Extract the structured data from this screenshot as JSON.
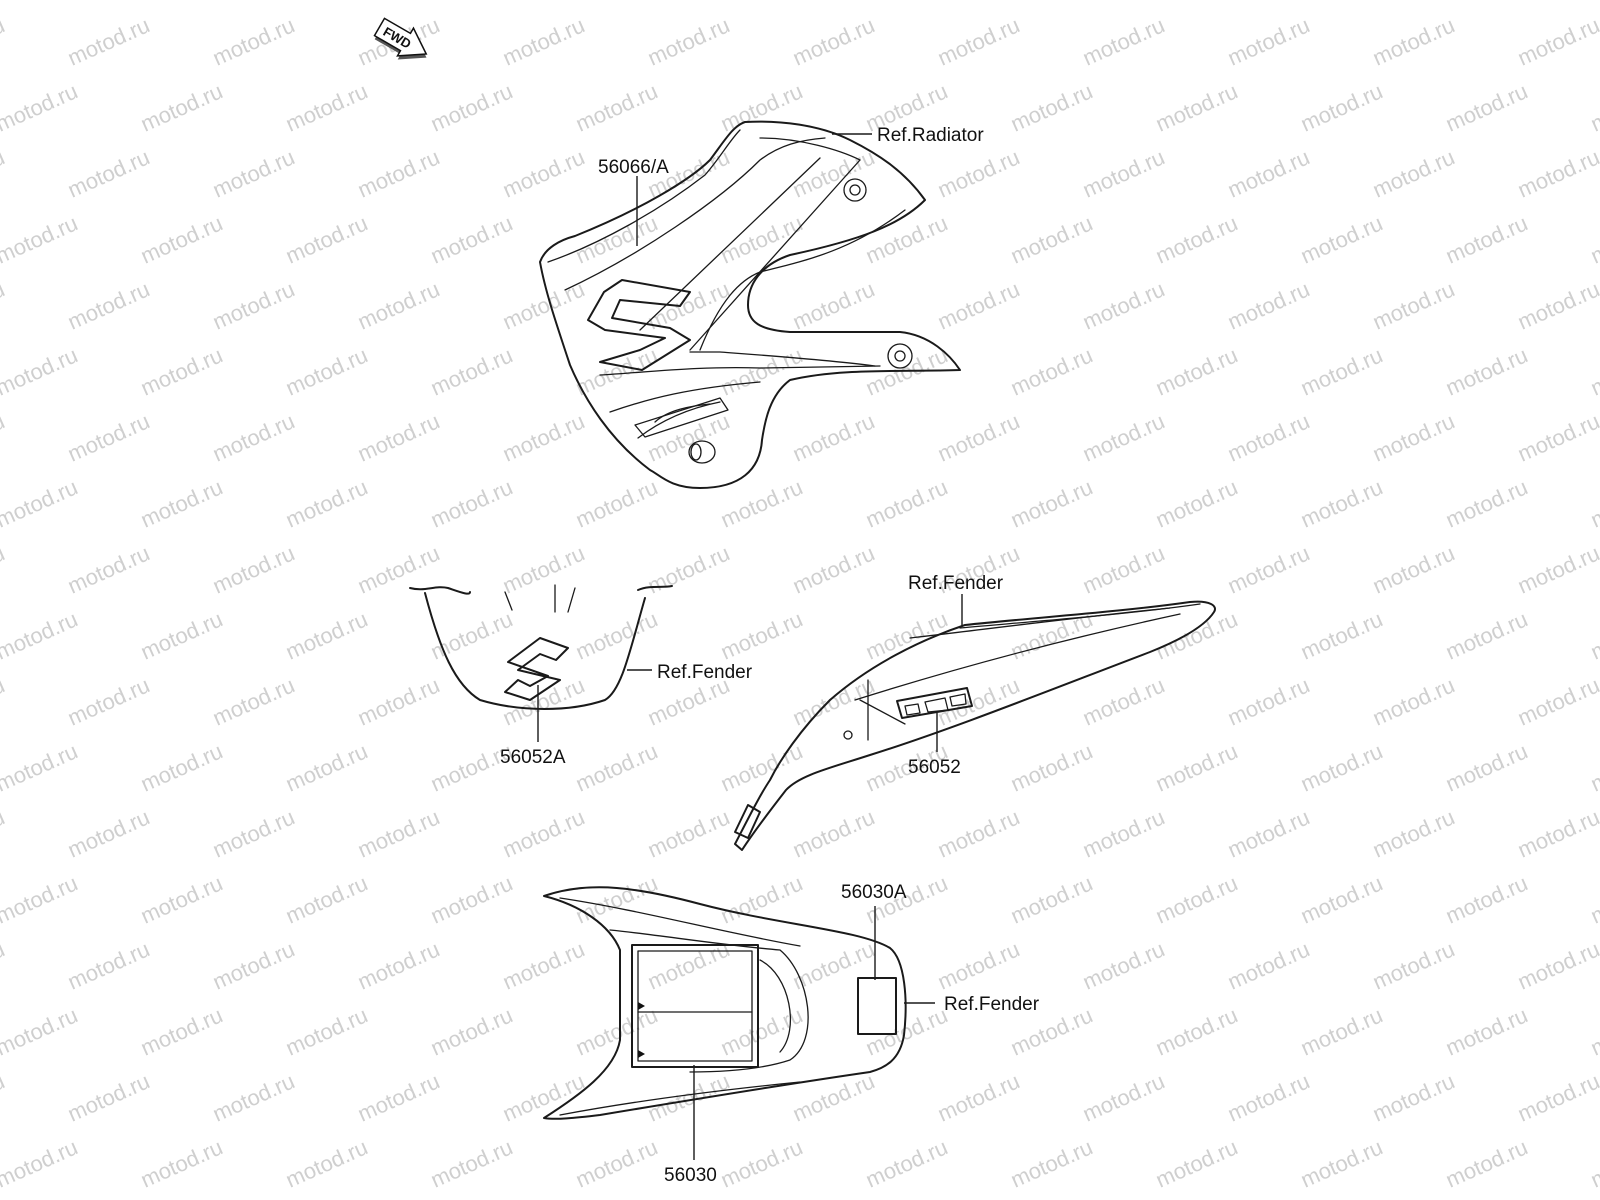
{
  "watermark": "motod.ru",
  "fwd": "FWD",
  "labels": {
    "ref_radiator": "Ref.Radiator",
    "part_56066": "56066/A",
    "ref_fender_front": "Ref.Fender",
    "part_56052A": "56052A",
    "ref_fender_rear": "Ref.Fender",
    "part_56052": "56052",
    "part_56030A": "56030A",
    "ref_fender_bottom": "Ref.Fender",
    "part_56030": "56030"
  }
}
